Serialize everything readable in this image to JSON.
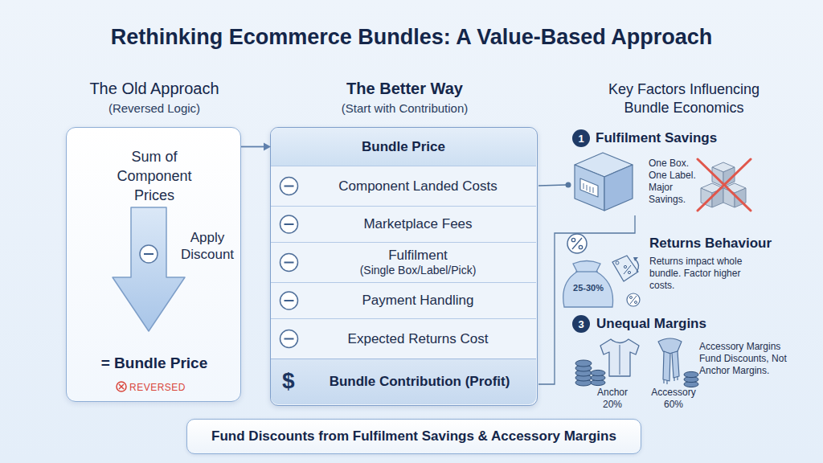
{
  "diagram": {
    "title": "Rethinking Ecommerce Bundles: A Value-Based Approach",
    "nodes": [
      {
        "text": [
          "The Old Approach",
          "(Reversed Logic)",
          "Sum of Component Prices",
          "Apply Discount",
          "= Bundle Price",
          "REVERSED"
        ]
      },
      {
        "text": [
          "The Better Way",
          "(Start with Contribution)"
        ]
      },
      {
        "text": [
          "Bundle Price"
        ],
        "in": 1
      },
      {
        "text": [
          "Component Landed Costs"
        ],
        "in": 1
      },
      {
        "text": [
          "Marketplace Fees"
        ],
        "in": 1
      },
      {
        "text": [
          "Fulfilment",
          "(Single Box/Label/Pick)"
        ],
        "in": 1
      },
      {
        "text": [
          "Payment Handling"
        ],
        "in": 1
      },
      {
        "text": [
          "Expected Returns Cost"
        ],
        "in": 1
      },
      {
        "text": [
          "$",
          "Bundle Contribution (Profit)"
        ],
        "in": 1
      },
      {
        "text": [
          "1"
        ]
      },
      {
        "text": [
          "3"
        ]
      },
      {
        "text": [
          "Fund Discounts from Fulfilment Savings & Accessory Margins"
        ]
      }
    ],
    "edges": [
      {
        "from": 0,
        "to": 2,
        "arrow": "to"
      }
    ],
    "labels": [
      "Key Factors Influencing Bundle Economics",
      "Fulfilment Savings",
      "One Box. One Label. Major Savings.",
      "Returns Behaviour",
      "25-30%",
      "Returns impact whole bundle. Factor higher costs.",
      "Unequal Margins",
      "Accessory Margins Fund Discounts, Not Anchor Margins.",
      "Anchor",
      "20%",
      "Accessory",
      "60%"
    ]
  }
}
